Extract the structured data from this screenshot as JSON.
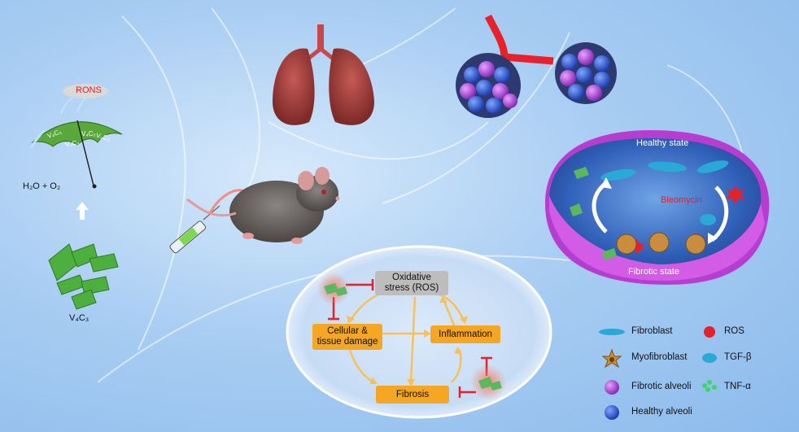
{
  "left": {
    "rons_label": "RONS",
    "product_label": "H₂O + O₂",
    "umbrella_text": [
      "V₄C₃",
      "V₄C₃",
      "V₄C₃",
      "V₄C₃"
    ],
    "nanosheet_label": "V₄C₃"
  },
  "tissue": {
    "top_label": "Healthy state",
    "middle_label": "Bleomycin",
    "bottom_label": "Fibrotic state"
  },
  "cycle": {
    "top": "Oxidative\nstress (ROS)",
    "left": "Cellular &\ntissue damage",
    "right": "Inflammation",
    "bottom": "Fibrosis"
  },
  "legend": {
    "items": [
      {
        "label": "Fibroblast",
        "icon": "fibroblast-icon"
      },
      {
        "label": "ROS",
        "icon": "ros-icon"
      },
      {
        "label": "Myofibroblast",
        "icon": "myofibroblast-icon"
      },
      {
        "label": "TGF-β",
        "icon": "tgf-beta-icon"
      },
      {
        "label": "Fibrotic alveoli",
        "icon": "fibrotic-alveoli-icon"
      },
      {
        "label": "TNF-α",
        "icon": "tnf-alpha-icon"
      },
      {
        "label": "Healthy alveoli",
        "icon": "healthy-alveoli-icon"
      }
    ]
  },
  "colors": {
    "background": "#a9cdf3",
    "process_box": "#f5a623",
    "ros_box": "#bdbdbd",
    "inhibit": "#e8202a",
    "nanosheet": "#5cb85c",
    "healthy_alveoli": "#2c5bd8",
    "fibrotic_alveoli": "#b44fd6"
  }
}
